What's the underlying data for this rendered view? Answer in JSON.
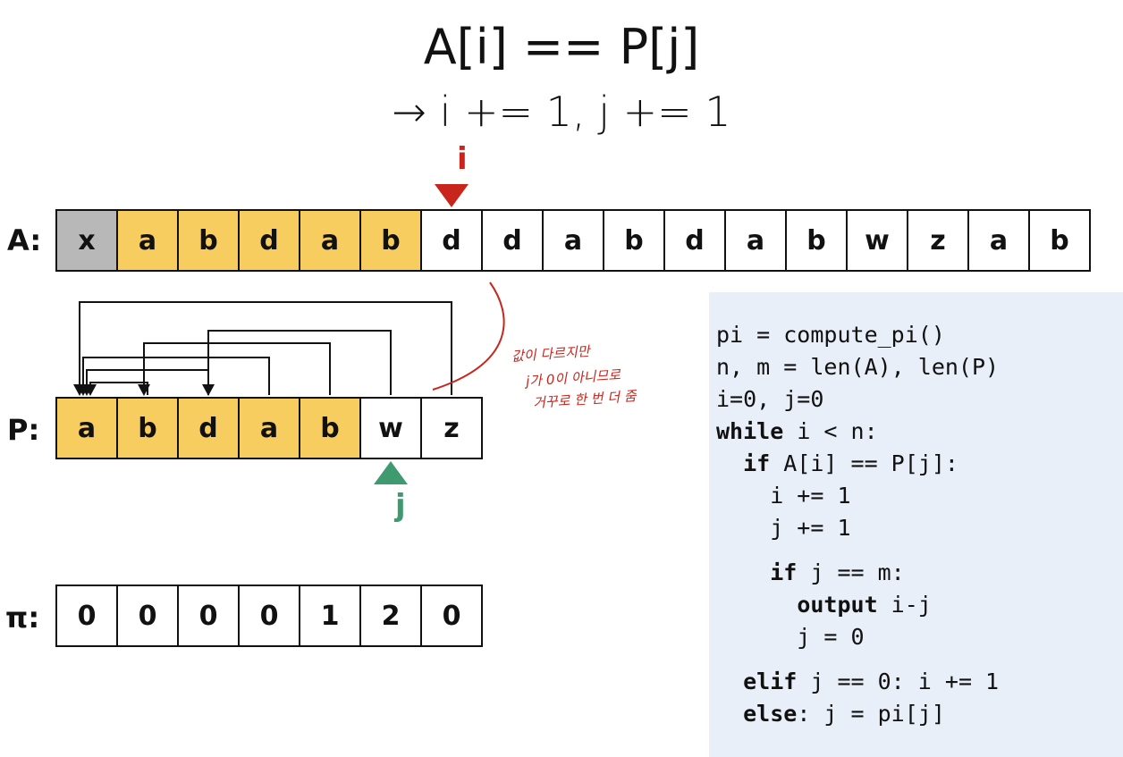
{
  "title": "A[i] == P[j]",
  "subtitle": "→ i += 1, j += 1",
  "colors": {
    "matched": "#f6cd5e",
    "skipped": "#b8b8b8",
    "pointer_i": "#c8261c",
    "pointer_j": "#3f9a70",
    "code_bg": "#e8eff8",
    "note": "#c8261c"
  },
  "text_row": {
    "label": "A:",
    "cells": [
      {
        "ch": "x",
        "state": "skipped"
      },
      {
        "ch": "a",
        "state": "matched"
      },
      {
        "ch": "b",
        "state": "matched"
      },
      {
        "ch": "d",
        "state": "matched"
      },
      {
        "ch": "a",
        "state": "matched"
      },
      {
        "ch": "b",
        "state": "matched"
      },
      {
        "ch": "d",
        "state": "plain"
      },
      {
        "ch": "d",
        "state": "plain"
      },
      {
        "ch": "a",
        "state": "plain"
      },
      {
        "ch": "b",
        "state": "plain"
      },
      {
        "ch": "d",
        "state": "plain"
      },
      {
        "ch": "a",
        "state": "plain"
      },
      {
        "ch": "b",
        "state": "plain"
      },
      {
        "ch": "w",
        "state": "plain"
      },
      {
        "ch": "z",
        "state": "plain"
      },
      {
        "ch": "a",
        "state": "plain"
      },
      {
        "ch": "b",
        "state": "plain"
      }
    ]
  },
  "pattern_row": {
    "label": "P:",
    "cells": [
      {
        "ch": "a",
        "state": "matched"
      },
      {
        "ch": "b",
        "state": "matched"
      },
      {
        "ch": "d",
        "state": "matched"
      },
      {
        "ch": "a",
        "state": "matched"
      },
      {
        "ch": "b",
        "state": "matched"
      },
      {
        "ch": "w",
        "state": "plain"
      },
      {
        "ch": "z",
        "state": "plain"
      }
    ]
  },
  "pi_row": {
    "label": "π:",
    "values": [
      "0",
      "0",
      "0",
      "0",
      "1",
      "2",
      "0"
    ]
  },
  "pointer_i": {
    "label": "i",
    "index": 6
  },
  "pointer_j": {
    "label": "j",
    "index": 5
  },
  "failure_links": [
    {
      "from": 6,
      "to": 0
    },
    {
      "from": 5,
      "to": 2
    },
    {
      "from": 4,
      "to": 1
    },
    {
      "from": 3,
      "to": 0
    },
    {
      "from": 2,
      "to": 0
    },
    {
      "from": 1,
      "to": 0
    }
  ],
  "note_lines": [
    "값이 다르지만",
    "j가 0이 아니므로",
    "거꾸로 한 번 더 줌"
  ],
  "code_lines": [
    [
      {
        "t": "pi = compute_pi()"
      }
    ],
    [
      {
        "t": "n, m = len(A), len(P)"
      }
    ],
    [
      {
        "t": "i=0, j=0"
      }
    ],
    [
      {
        "t": "while",
        "kw": true
      },
      {
        "t": " i < n:"
      }
    ],
    [
      {
        "t": "  "
      },
      {
        "t": "if",
        "kw": true
      },
      {
        "t": " A[i] == P[j]:"
      }
    ],
    [
      {
        "t": "    i += 1"
      }
    ],
    [
      {
        "t": "    j += 1"
      }
    ],
    [
      {
        "t": "    "
      },
      {
        "t": "if",
        "kw": true
      },
      {
        "t": " j == m:"
      }
    ],
    [
      {
        "t": "      "
      },
      {
        "t": "output",
        "kw": true
      },
      {
        "t": " i-j"
      }
    ],
    [
      {
        "t": "      j = 0"
      }
    ],
    [
      {
        "t": "  "
      },
      {
        "t": "elif",
        "kw": true
      },
      {
        "t": " j == 0: i += 1"
      }
    ],
    [
      {
        "t": "  "
      },
      {
        "t": "else",
        "kw": true
      },
      {
        "t": ": j = pi[j]"
      }
    ]
  ]
}
